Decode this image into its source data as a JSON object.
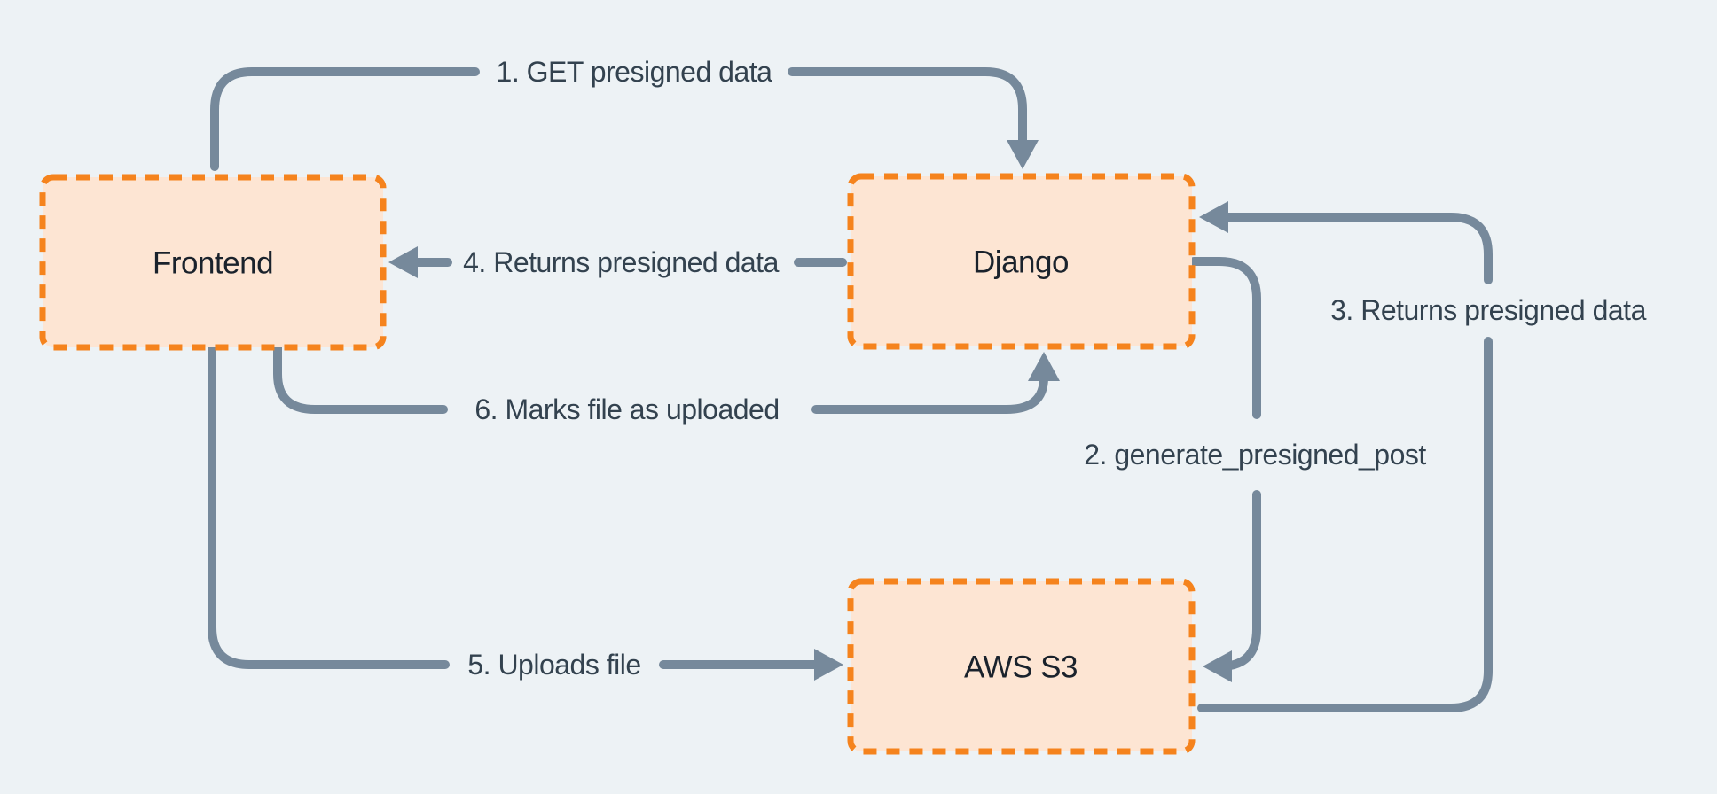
{
  "diagram": {
    "colors": {
      "background": "#edf2f5",
      "node_fill": "#fde5d3",
      "node_border": "#f5831d",
      "arrow": "#76899b",
      "edge_label_text": "#33424f",
      "node_label_text": "#1a222c"
    },
    "nodes": [
      {
        "id": "frontend",
        "label": "Frontend"
      },
      {
        "id": "django",
        "label": "Django"
      },
      {
        "id": "aws-s3",
        "label": "AWS S3"
      }
    ],
    "edges": [
      {
        "step": "1",
        "label": "1. GET presigned data",
        "from": "Frontend",
        "to": "Django"
      },
      {
        "step": "2",
        "label": "2. generate_presigned_post",
        "from": "Django",
        "to": "AWS S3"
      },
      {
        "step": "3",
        "label": "3. Returns presigned data",
        "from": "AWS S3",
        "to": "Django"
      },
      {
        "step": "4",
        "label": "4. Returns presigned data",
        "from": "Django",
        "to": "Frontend"
      },
      {
        "step": "5",
        "label": "5. Uploads file",
        "from": "Frontend",
        "to": "AWS S3"
      },
      {
        "step": "6",
        "label": "6. Marks file as  uploaded",
        "from": "Frontend",
        "to": "Django"
      }
    ]
  }
}
